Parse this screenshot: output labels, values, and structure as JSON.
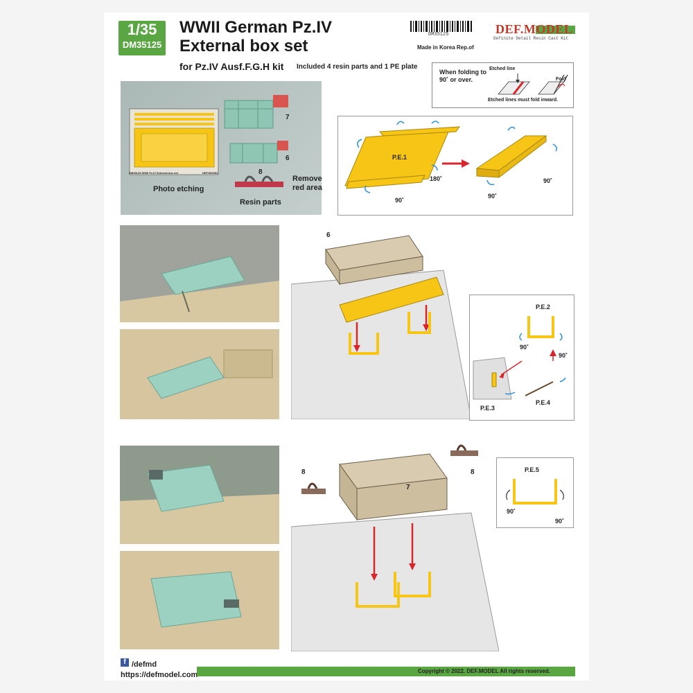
{
  "header": {
    "scale": "1/35",
    "code": "DM35125",
    "title_line1": "WWII German Pz.IV",
    "title_line2": "External box set",
    "subtitle": "for Pz.IV Ausf.F.G.H kit",
    "included": "Included 4 resin parts and 1 PE plate",
    "barcode_code": "DM35125",
    "made_in": "Made in Korea Rep.of",
    "logo": "DEF.MODEL",
    "logo_tagline": "Definite Detail Resin Cast Kit"
  },
  "fold_note": {
    "text_line1": "When folding to",
    "text_line2": "90˚ or over.",
    "etched_line": "Etched line",
    "fold": "Fold",
    "rule": "Etched lines must fold inward."
  },
  "parts_photo": {
    "pe_caption": "Photo etching",
    "resin_caption": "Resin parts",
    "remove_note_line1": "Remove",
    "remove_note_line2": "red area",
    "fret_label": "DM35125 WWII Pz.IV External box set",
    "fret_brand": "DEF.MODEL",
    "part_7": "7",
    "part_6": "6",
    "part_8": "8"
  },
  "step1": {
    "pe1_label": "P.E.1",
    "angle_180": "180˚",
    "angle_90_a": "90˚",
    "angle_90_b": "90˚",
    "angle_90_c": "90˚",
    "part_6": "6"
  },
  "step2": {
    "pe2_label": "P.E.2",
    "pe3_label": "P.E.3",
    "pe4_label": "P.E.4",
    "angle_90_a": "90˚",
    "angle_90_b": "90˚"
  },
  "step3": {
    "part_8_left": "8",
    "part_8_right": "8",
    "part_7": "7",
    "pe5_label": "P.E.5",
    "angle_90_a": "90˚",
    "angle_90_b": "90˚"
  },
  "footer": {
    "facebook": "/defmd",
    "url": "https://defmodel.com",
    "copyright": "Copyright © 2022.  DEF.MODEL  All rights reserved."
  },
  "colors": {
    "accent_green": "#5aa642",
    "pe_yellow": "#f6c516",
    "resin_teal": "#8fc6b3",
    "arrow_red": "#d6262b",
    "arrow_blue": "#2b8fd6",
    "box_tan": "#c8b89a"
  }
}
